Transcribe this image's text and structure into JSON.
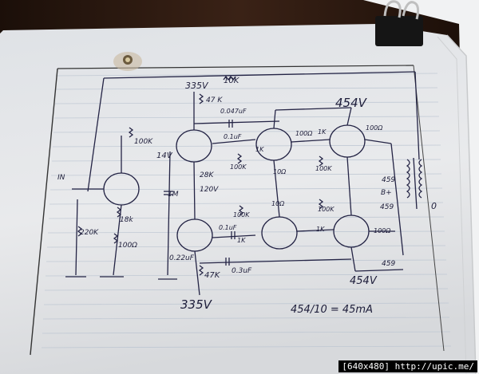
{
  "labels": {
    "top_voltage": "335V",
    "top_resistor": "10K",
    "top_right_voltage": "454V",
    "r_47k_top": "47 K",
    "c_047_top": "0.047uF",
    "c_01_top": "0.1uF",
    "r_100k_left": "100K",
    "r_1k_a": "1K",
    "r_100k_mid": "100K",
    "r_100r_a": "100Ω",
    "r_1k_b": "1K",
    "r_100r_b": "100Ω",
    "r_100k_c": "100K",
    "r_10r_a": "10Ω",
    "v_14": "14V",
    "r_28k": "28K",
    "v_120": "120V",
    "c_1m": "1M",
    "in_label": "IN",
    "r_18k": "18k",
    "r_220k": "220K",
    "r_100r_c": "100Ω",
    "r_100k_d": "100K",
    "c_01_bot": "0.1uF",
    "r_1k_c": "1K",
    "r_10r_b": "10Ω",
    "r_100k_e": "100K",
    "r_1k_d": "1K",
    "r_100r_d": "100Ω",
    "v_459_a": "459",
    "b_plus": "B+",
    "v_459_b": "459",
    "v_459_c": "459",
    "c_022": "0.22uF",
    "r_47k_bot": "47K",
    "c_03_bot": "0.3uF",
    "bot_voltage": "335V",
    "bot_right_voltage": "454V",
    "formula": "454/10 = 45mA",
    "out_label": "0",
    "caption": "[640x480] http://upic.me/"
  },
  "colors": {
    "table_wood": "#2b170f",
    "paper": "#eaeaea",
    "ink": "#222244",
    "rule_line": "#b9c3d0"
  }
}
